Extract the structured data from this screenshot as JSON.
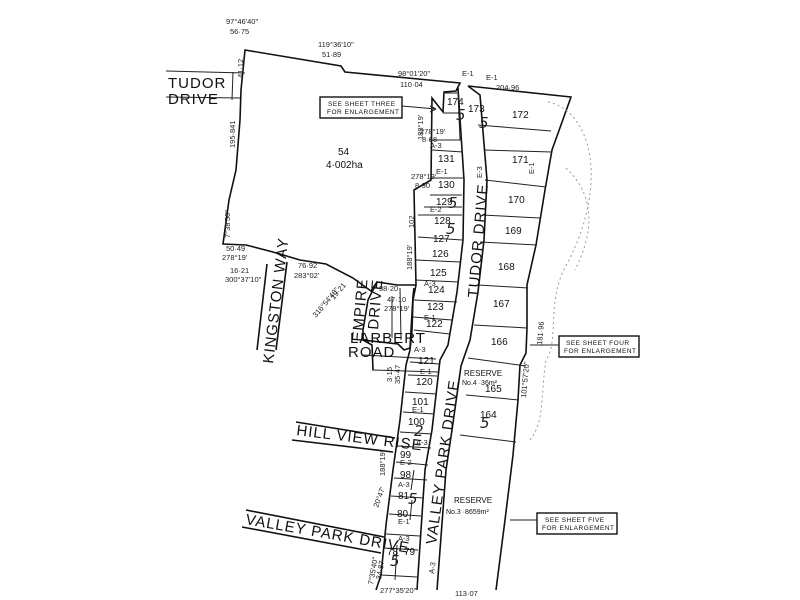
{
  "roads": {
    "tudor_west": "TUDOR",
    "tudor_west_2": "DRIVE",
    "kingston": "KINGSTON WAY",
    "empire_1": "EMPIRE",
    "empire_2": "DRIVE",
    "larbert_1": "LARBERT",
    "larbert_2": "ROAD",
    "tudor_main": "TUDOR DRIVE",
    "hill_view": "HILL VIEW RISE",
    "valley_park_main": "VALLEY PARK DRIVE",
    "valley_park_west": "VALLEY PARK DRIVE"
  },
  "lots": {
    "l54": "54",
    "l54_area": "4·002ha",
    "l172": "172",
    "l171": "171",
    "l170": "170",
    "l169": "169",
    "l168": "168",
    "l167": "167",
    "l166": "166",
    "l165": "165",
    "l164": "164",
    "l174": "174",
    "l173": "173",
    "l131": "131",
    "l130": "130",
    "l129": "129",
    "l128": "128",
    "l127": "127",
    "l126": "126",
    "l125": "125",
    "l124": "124",
    "l123": "123",
    "l122": "122",
    "l121": "121",
    "l120": "120",
    "l101": "101",
    "l100": "100",
    "l99": "99",
    "l98": "98",
    "l81": "81",
    "l80": "80",
    "l79": "79",
    "l78": "78",
    "reserve4": "RESERVE",
    "reserve4_no": "No.4 ·36m²",
    "reserve3": "RESERVE",
    "reserve3_no": "No.3 ·8659m²"
  },
  "dimensions": {
    "d1": "97°46'40\"",
    "d2": "56·75",
    "d3": "119°36'10\"",
    "d4": "51·89",
    "d5": "98°01'20\"",
    "d6": "110·04",
    "d7": "204·96",
    "d8": "41·12",
    "d9": "195·841",
    "d10": "7°38'50\"",
    "d11": "50·49",
    "d12": "278°19'",
    "d13": "16·21",
    "d14": "300°37'10\"",
    "d15": "76·92",
    "d16": "283°02'",
    "d17": "19·21",
    "d18": "316°54'40\"",
    "d19": "38·20",
    "d20": "47·10",
    "d21": "278°19'",
    "d22": "188°19'",
    "d23": "278°19'",
    "d24": "8·68",
    "d25": "278°19'",
    "d26": "8·90",
    "d27": "188°19'",
    "d28": "102",
    "d29": "3·15",
    "d30": "35·47",
    "d31": "188°19'",
    "d32": "20°47'",
    "d33": "7°35'40\"",
    "d34": "34·87",
    "d35": "277°35'20\"",
    "d36": "113·07",
    "d37": "181·96",
    "d38": "101°57'20\"",
    "e1": "E-1",
    "e2": "E-1",
    "e3": "E-3",
    "e4": "A-3",
    "e5": "E-1",
    "e6": "E-2",
    "e7": "A-3",
    "e8": "E-1",
    "e9": "E-1",
    "e10": "A-3",
    "e11": "E-1",
    "e12": "A-3",
    "e13": "E-2",
    "e14": "A-3",
    "e15": "A-3",
    "e16": "E-1",
    "e17": "A-3",
    "e18": "E-1"
  },
  "notes": {
    "n1a": "SEE SHEET THREE",
    "n1b": "FOR ENLARGEMENT",
    "n2a": "SEE SHEET FOUR",
    "n2b": "FOR ENLARGEMENT",
    "n3a": "SEE SHEET FIVE",
    "n3b": "FOR ENLARGEMENT"
  },
  "annotations": {
    "a1": "5",
    "a2": "5",
    "a3": "5",
    "a4": "5",
    "a5": "2",
    "a6": "5",
    "a7": "5",
    "a8": "5"
  },
  "colors": {
    "ink": "#111111",
    "paper": "#ffffff"
  }
}
